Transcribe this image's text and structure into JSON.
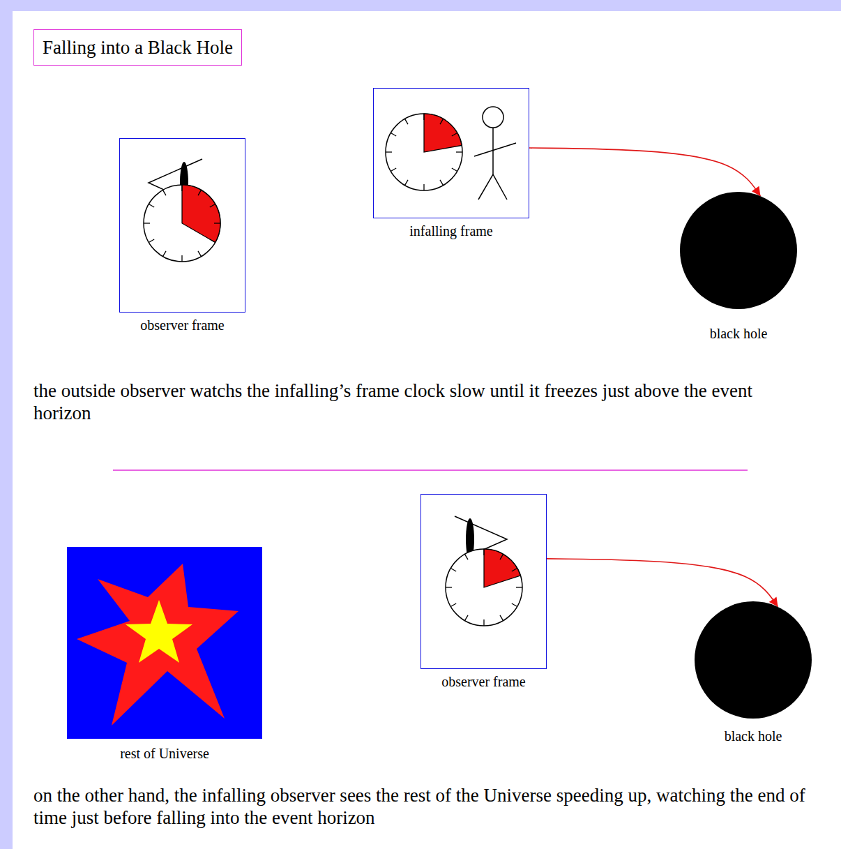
{
  "diagram": {
    "title": "Falling into a Black Hole",
    "nodes": [
      {
        "text": [
          "observer frame"
        ]
      },
      {
        "text": [
          "infalling frame"
        ]
      },
      {
        "text": [
          "black hole"
        ]
      },
      {
        "text": [
          "rest of Universe"
        ]
      },
      {
        "text": [
          "observer frame"
        ]
      },
      {
        "text": [
          "black hole"
        ]
      }
    ],
    "edges": [
      {
        "from": 1,
        "to": 2,
        "arrow": "to"
      },
      {
        "from": 4,
        "to": 5,
        "arrow": "to"
      }
    ],
    "labels": [
      "the outside observer watchs the infalling’s frame clock slow until it freezes just above the event horizon",
      "on the other hand, the infalling observer sees the rest of the Universe speeding up, watching the end of time just before falling into the event horizon"
    ]
  }
}
